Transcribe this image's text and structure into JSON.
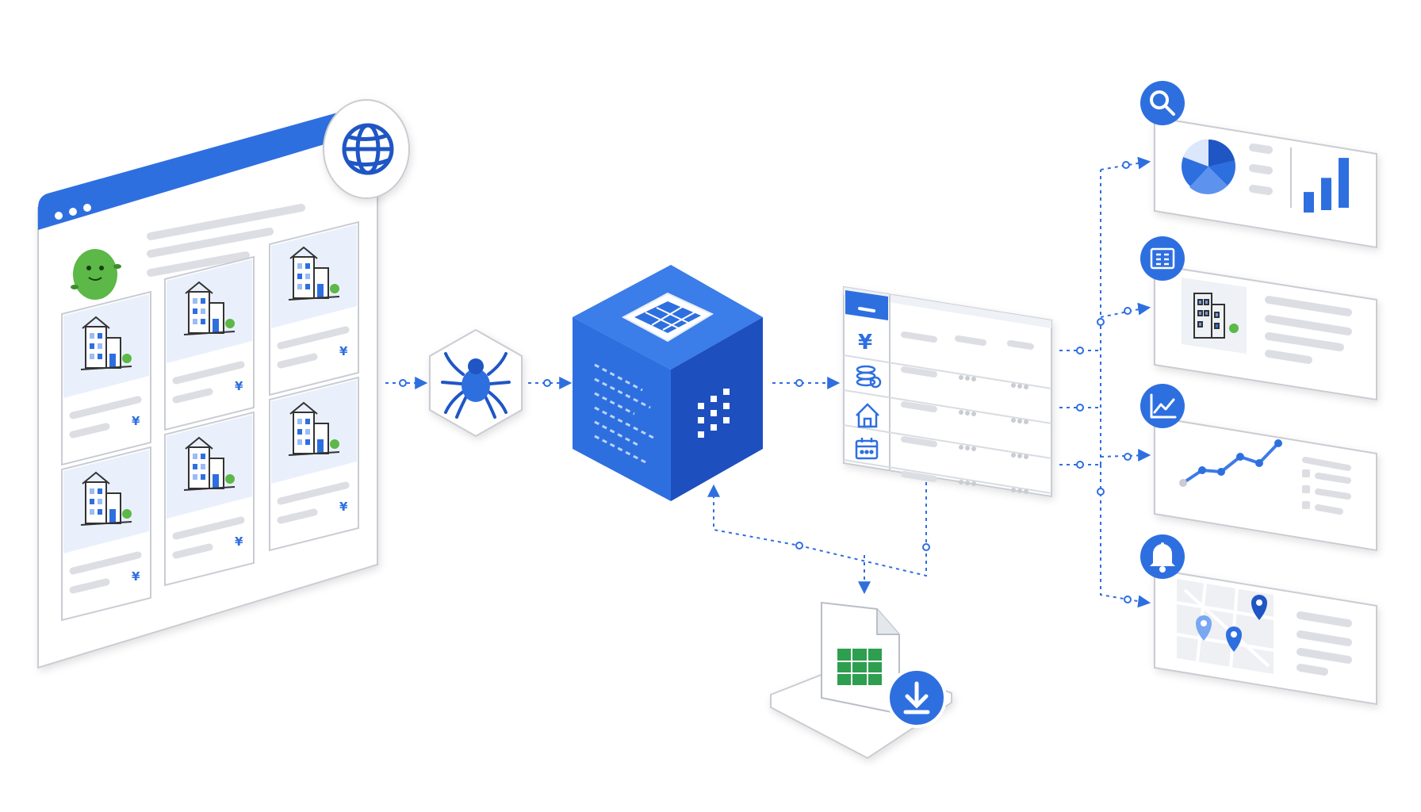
{
  "colors": {
    "primary": "#2e6fe0",
    "primary_dark": "#1f56c4",
    "cube_side": "#1d4fbf",
    "cube_top": "#3b7de9",
    "placeholder": "#dcdee3",
    "panel_stroke": "#c9ccd2",
    "tile_bg": "#e9f0fc",
    "mascot": "#5cb847",
    "spreadsheet": "#2e9e4f",
    "tree": "#5cb847",
    "line_chart": "#3d7be6"
  },
  "currency_symbol": "¥",
  "icons": {
    "browser_globe": "globe-icon",
    "crawler": "spider-icon",
    "cube_badge": "database-grid-icon",
    "cube_side_glyph": "grid-dots-icon",
    "table_rows": [
      "minus-icon",
      "yen-icon",
      "coins-icon",
      "house-icon",
      "calendar-icon"
    ],
    "output_badges": [
      "search-icon",
      "report-icon",
      "trend-chart-icon",
      "bell-icon"
    ],
    "download": "download-icon",
    "file": "spreadsheet-file-icon"
  },
  "listing_prices_shown": 6,
  "output_cards": [
    {
      "content": "pie-and-bar-chart"
    },
    {
      "content": "property-detail"
    },
    {
      "content": "trend-line"
    },
    {
      "content": "map-with-pins"
    }
  ],
  "trend_chart_data": [
    0.35,
    0.55,
    0.45,
    0.7,
    0.5,
    0.85
  ],
  "bar_chart_data": [
    0.35,
    0.55,
    0.85
  ]
}
